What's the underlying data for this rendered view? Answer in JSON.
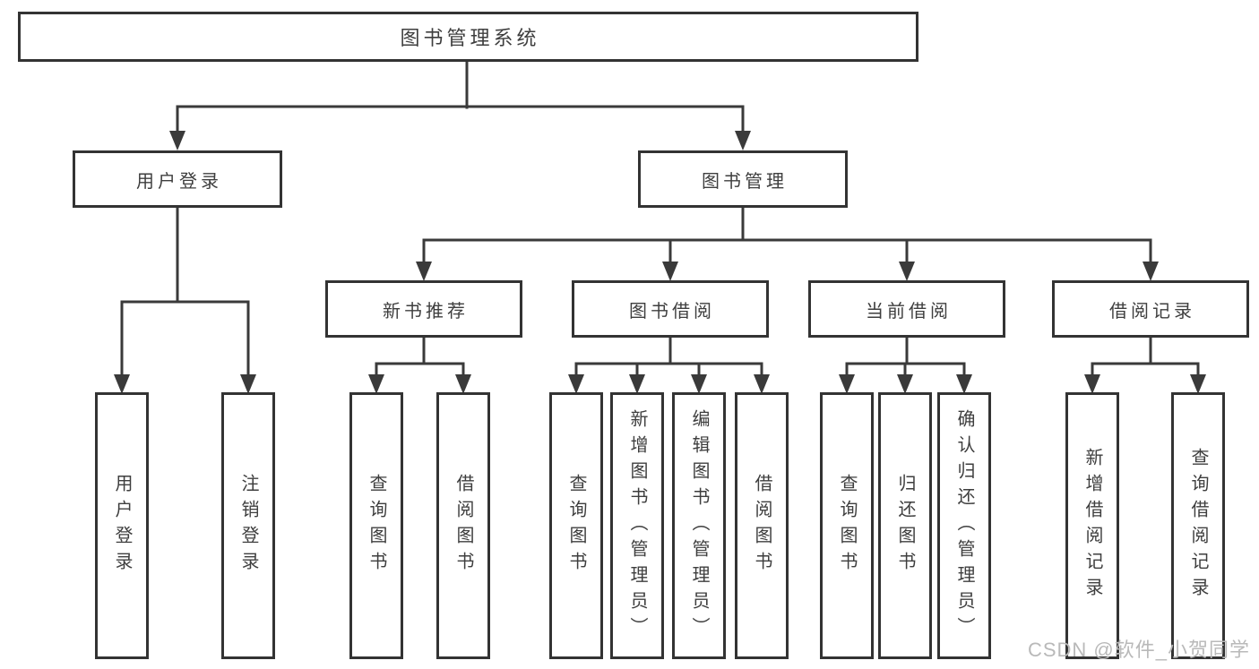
{
  "diagram": {
    "root": "图书管理系统",
    "level2": [
      "用户登录",
      "图书管理"
    ],
    "level3": [
      "新书推荐",
      "图书借阅",
      "当前借阅",
      "借阅记录"
    ],
    "leaves": [
      "用户登录",
      "注销登录",
      "查询图书",
      "借阅图书",
      "查询图书",
      "新增图书（管理员）",
      "编辑图书（管理员）",
      "借阅图书",
      "查询图书",
      "归还图书",
      "确认归还（管理员）",
      "新增借阅记录",
      "查询借阅记录"
    ]
  },
  "watermark": "CSDN @软件_小贺同学",
  "colors": {
    "background": "#ffffff",
    "line": "#3a3a3a",
    "box_border": "#333333",
    "text": "#3e3e3e",
    "watermark": "#b9b9b9"
  }
}
